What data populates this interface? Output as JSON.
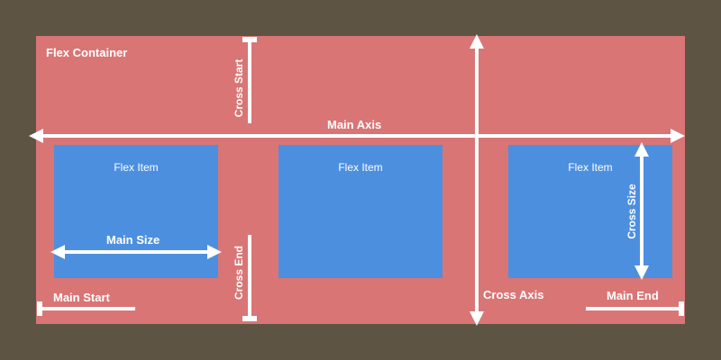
{
  "container": {
    "title": "Flex Container"
  },
  "items": [
    {
      "label": "Flex Item"
    },
    {
      "label": "Flex Item"
    },
    {
      "label": "Flex Item"
    }
  ],
  "labels": {
    "main_axis": "Main Axis",
    "cross_axis": "Cross Axis",
    "main_start": "Main Start",
    "main_end": "Main End",
    "cross_start": "Cross Start",
    "cross_end": "Cross End",
    "main_size": "Main Size",
    "cross_size": "Cross Size"
  },
  "colors": {
    "background": "#5d5444",
    "container": "#d97575",
    "item": "#4d8fdf",
    "annotation": "#ffffff"
  }
}
